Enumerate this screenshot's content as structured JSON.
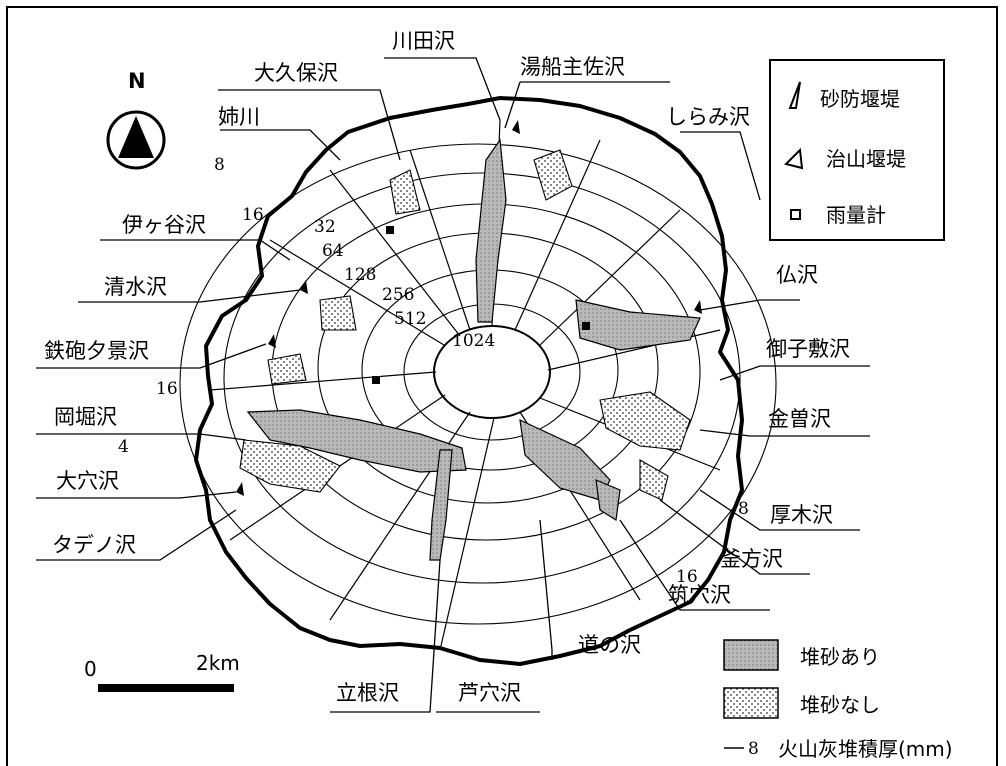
{
  "north_label": "N",
  "scale": {
    "zero": "0",
    "distance": "2km"
  },
  "legend_box": [
    {
      "symbol": "sabo-dam-icon",
      "label": "砂防堰堤"
    },
    {
      "symbol": "chisan-dam-icon",
      "label": "治山堰堤"
    },
    {
      "symbol": "rain-gauge-icon",
      "label": "雨量計"
    }
  ],
  "legend_bottom": [
    {
      "symbol": "sediment-present-swatch",
      "label": "堆砂あり"
    },
    {
      "symbol": "sediment-absent-swatch",
      "label": "堆砂なし"
    },
    {
      "symbol": "ash-thickness-line",
      "prefix": "8",
      "label": "火山灰堆積厚(mm)"
    }
  ],
  "streams": {
    "kawada": "川田沢",
    "yubune": "湯船主佐沢",
    "okubo": "大久保沢",
    "shirami": "しらみ沢",
    "anegawa": "姉川",
    "igaya": "伊ヶ谷沢",
    "shimizu": "清水沢",
    "hotoke": "仏沢",
    "teppo": "鉄砲夕景沢",
    "mikoshiki": "御子敷沢",
    "okahori": "岡堀沢",
    "kaneso": "金曽沢",
    "oana": "大穴沢",
    "atsugi": "厚木沢",
    "tadeno": "タデノ沢",
    "kamagata": "釜方沢",
    "tsukuana": "筑穴沢",
    "michino": "道の沢",
    "tatene": "立根沢",
    "ashiana": "芦穴沢"
  },
  "isopachs": {
    "c8a": "8",
    "c16a": "16",
    "c32": "32",
    "c64": "64",
    "c128": "128",
    "c256": "256",
    "c512": "512",
    "c1024": "1024",
    "c16b": "16",
    "c4": "4",
    "c8b": "8",
    "c16c": "16"
  },
  "colors": {
    "ink": "#000000",
    "background": "#ffffff",
    "sediment_fill": "#b9b9b9"
  }
}
